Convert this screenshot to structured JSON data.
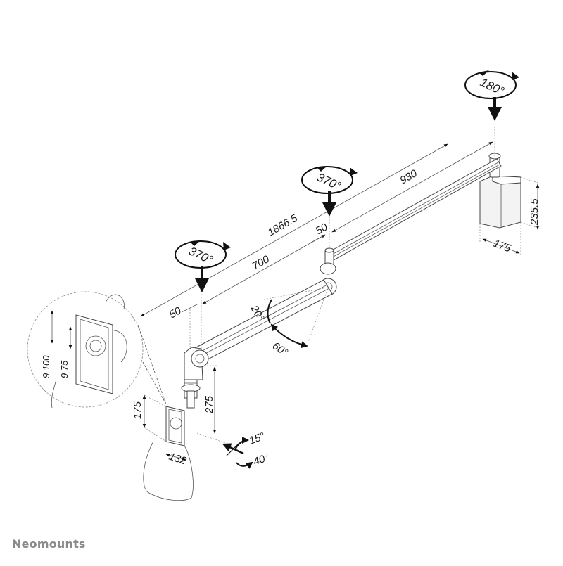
{
  "diagram": {
    "brand": "Neomounts",
    "rotation_labels": {
      "wall_pivot": "180°",
      "middle_pivot": "370°",
      "head_pivot": "370°"
    },
    "dimensions": {
      "total_reach": "1866.5",
      "upper_arm_length": "930",
      "lower_arm_length": "700",
      "offset_middle": "50",
      "offset_head": "50",
      "bracket_height": "235.5",
      "bracket_width": "175",
      "drop_height": "275",
      "vesa_height": "175",
      "vesa_width": "132",
      "detail_vesa_100": "9 100",
      "detail_vesa_75": "9 75"
    },
    "angles": {
      "tilt_up": "20°",
      "tilt_down": "60°",
      "head_tilt": "15°",
      "head_swivel": "40°"
    }
  }
}
